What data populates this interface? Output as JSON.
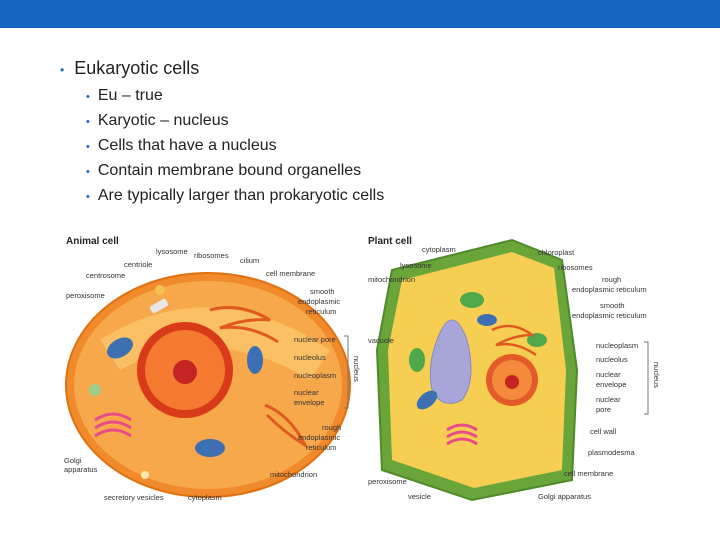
{
  "slide": {
    "heading": "Eukaryotic cells",
    "points": [
      "Eu – true",
      "Karyotic – nucleus",
      "Cells that have a nucleus",
      "Contain membrane bound organelles",
      "Are typically larger than prokaryotic cells"
    ]
  },
  "animal_cell": {
    "title": "Animal cell",
    "labels": {
      "lysosome": "lysosome",
      "ribosomes": "ribosomes",
      "centriole": "centriole",
      "cilium": "cilium",
      "centrosome": "centrosome",
      "cell_membrane": "cell membrane",
      "peroxisome": "peroxisome",
      "smooth_er_1": "smooth",
      "smooth_er_2": "endoplasmic",
      "smooth_er_3": "reticulum",
      "nuclear_pore": "nuclear pore",
      "nucleolus": "nucleolus",
      "nucleoplasm": "nucleoplasm",
      "nuclear_envelope_1": "nuclear",
      "nuclear_envelope_2": "envelope",
      "nucleus": "nucleus",
      "rough_er_1": "rough",
      "rough_er_2": "endoplasmic",
      "rough_er_3": "reticulum",
      "golgi_1": "Golgi",
      "golgi_2": "apparatus",
      "mitochondrion": "mitochondrion",
      "secretory_vesicles": "secretory vesicles",
      "cytoplasm": "cytoplasm"
    }
  },
  "plant_cell": {
    "title": "Plant cell",
    "labels": {
      "cytoplasm": "cytoplasm",
      "chloroplast": "chloroplast",
      "lysosome": "lysosome",
      "ribosomes": "ribosomes",
      "mitochondrion": "mitochondrion",
      "rough_er_1": "rough",
      "rough_er_2": "endoplasmic reticulum",
      "smooth_er_1": "smooth",
      "smooth_er_2": "endoplasmic reticulum",
      "vacuole": "vacuole",
      "nucleoplasm": "nucleoplasm",
      "nucleolus": "nucleolus",
      "nuclear_envelope_1": "nuclear",
      "nuclear_envelope_2": "envelope",
      "nuclear_pore_1": "nuclear",
      "nuclear_pore_2": "pore",
      "nucleus": "nucleus",
      "cell_wall": "cell wall",
      "plasmodesma": "plasmodesma",
      "cell_membrane": "cell membrane",
      "peroxisome": "peroxisome",
      "vesicle": "vesicle",
      "golgi": "Golgi apparatus"
    }
  },
  "colors": {
    "title_bar": "#1565c0",
    "bullet": "#1565c0"
  }
}
